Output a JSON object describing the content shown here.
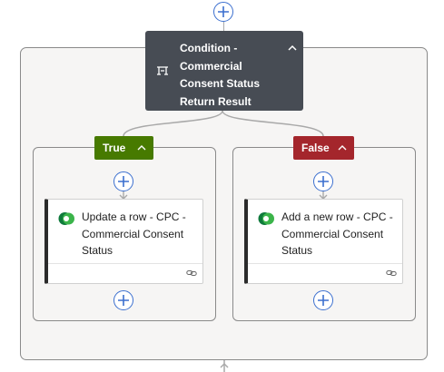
{
  "condition": {
    "title": "Condition - Commercial Consent Status Return Result",
    "icon": "condition-icon",
    "collapse_icon": "chevron-up-icon"
  },
  "branches": {
    "true": {
      "label": "True",
      "color": "#477a00"
    },
    "false": {
      "label": "False",
      "color": "#a4262c"
    }
  },
  "actions": {
    "true_action": {
      "title": "Update a row - CPC - Commercial Consent Status",
      "icon": "dataverse-icon"
    },
    "false_action": {
      "title": "Add a new row - CPC - Commercial Consent Status",
      "icon": "dataverse-icon"
    }
  },
  "colors": {
    "condition_card": "#474c54",
    "add_button": "#3b6fcf",
    "scope_border": "#8a8a8a"
  }
}
